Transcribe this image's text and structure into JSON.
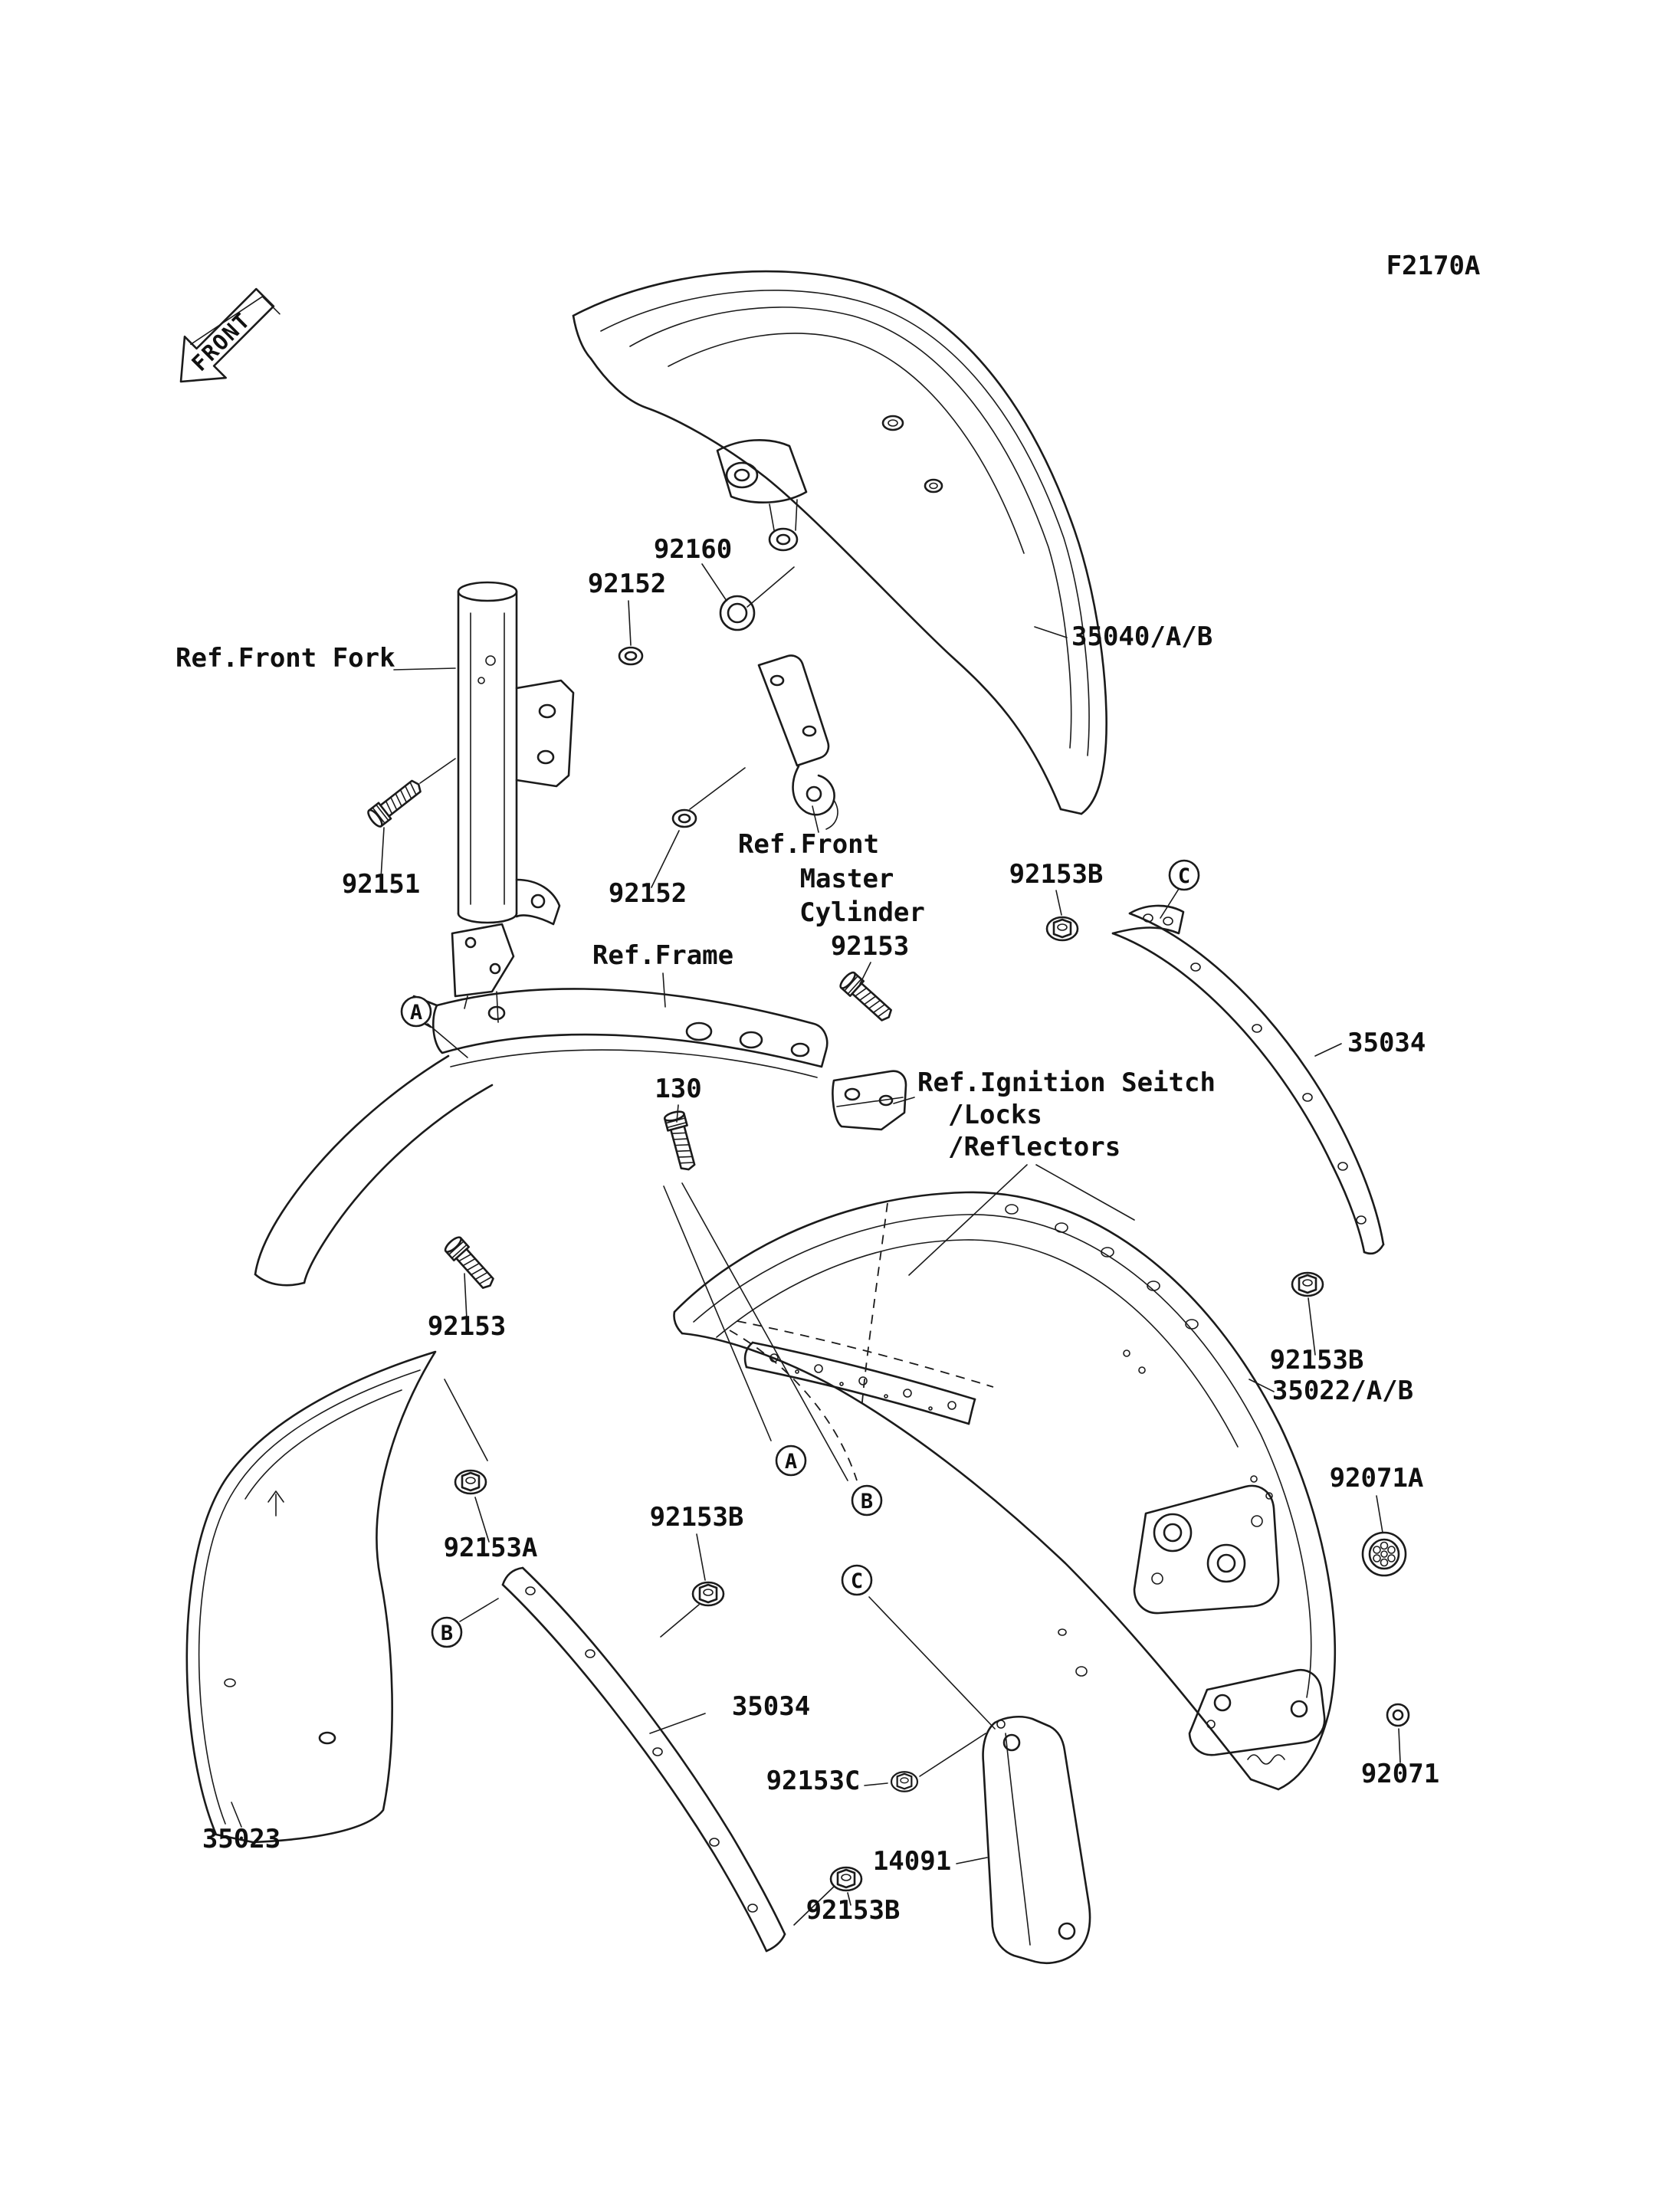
{
  "diagram": {
    "code": "F2170A",
    "front_marker": "FRONT"
  },
  "refs": {
    "front_fork": "Ref.Front Fork",
    "frame": "Ref.Frame",
    "fmc1": "Ref.Front",
    "fmc2": "Master",
    "fmc3": "Cylinder",
    "ign1": "Ref.Ignition Seitch",
    "ign2": "/Locks",
    "ign3": "/Reflectors"
  },
  "parts": {
    "front_fender": "35040/A/B",
    "rear_fender": "35022/A/B",
    "fender_inner": "35023",
    "fender_stay": "35034",
    "cover": "14091",
    "bolt_92151": "92151",
    "washer_92152": "92152",
    "bolt_92153": "92153",
    "bolt_92153a": "92153A",
    "bolt_92153b": "92153B",
    "nut_92153c": "92153C",
    "nut_92160": "92160",
    "washer_92071": "92071",
    "grommet_92071a": "92071A",
    "pin_130": "130"
  },
  "balloons": {
    "a": "A",
    "b": "B",
    "c": "C"
  }
}
